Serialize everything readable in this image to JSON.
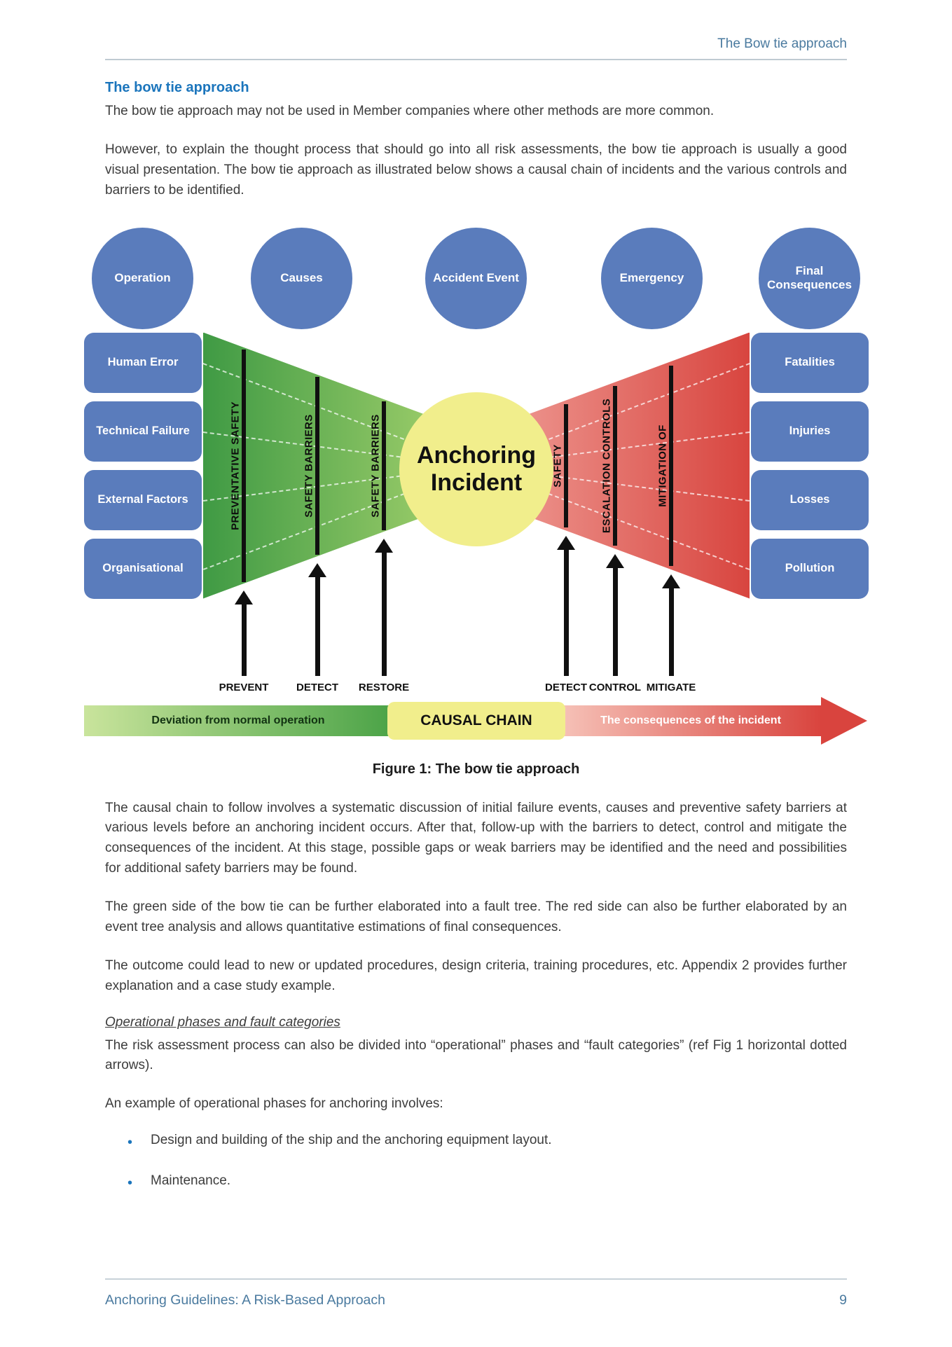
{
  "page": {
    "header": {
      "running_title": "The Bow tie approach"
    },
    "footer": {
      "left": "Anchoring Guidelines: A Risk-Based Approach",
      "page_number": "9"
    }
  },
  "content": {
    "heading": "The bow tie approach",
    "para1": "The bow tie approach may not be used in Member companies where other methods are more common.",
    "para2": "However, to explain the thought process that should go into all risk assessments, the bow tie approach is usually a good visual presentation. The bow tie approach as illustrated below shows a causal chain of incidents and the various controls and barriers to be identified.",
    "figure_caption": "Figure 1: The bow tie approach",
    "para3": "The causal chain to follow involves a systematic discussion of initial failure events, causes and preventive safety barriers at various levels before an anchoring incident occurs. After that, follow-up with the barriers to detect, control and mitigate the consequences of the incident. At this stage, possible gaps or weak barriers may be identified and the need and possibilities for additional safety barriers may be found.",
    "para4": "The green side of the bow tie can be further elaborated into a fault tree. The red side can also be further elaborated by an event tree analysis and allows quantitative estimations of final consequences.",
    "para5": "The outcome could lead to new or updated procedures, design criteria, training procedures, etc. Appendix 2 provides further explanation and a case study example.",
    "subheading": "Operational phases and fault categories",
    "para6": "The risk assessment process can also be divided into “operational” phases and “fault categories” (ref Fig 1 horizontal dotted arrows).",
    "para7": "An example of operational phases for anchoring involves:",
    "bullets": [
      "Design and building of the ship and the anchoring equipment layout.",
      "Maintenance."
    ]
  },
  "diagram": {
    "stage_circles": [
      "Operation",
      "Causes",
      "Accident Event",
      "Emergency",
      "Final Consequences"
    ],
    "left_boxes": [
      "Human Error",
      "Technical Failure",
      "External Factors",
      "Organisational"
    ],
    "right_boxes": [
      "Fatalities",
      "Injuries",
      "Losses",
      "Pollution"
    ],
    "left_barriers": [
      "PREVENTATIVE SAFETY",
      "SAFETY BARRIERS",
      "SAFETY BARRIERS"
    ],
    "right_barriers": [
      "SAFETY",
      "ESCALATION CONTROLS",
      "MITIGATION OF"
    ],
    "left_arrow_labels": [
      "PREVENT",
      "DETECT",
      "RESTORE"
    ],
    "right_arrow_labels": [
      "DETECT",
      "CONTROL",
      "MITIGATE"
    ],
    "center_event": "Anchoring Incident",
    "bottom_bar": {
      "left": "Deviation from normal operation",
      "center": "CAUSAL CHAIN",
      "right": "The consequences of the incident"
    },
    "colors": {
      "node_blue": "#5a7cbc",
      "prevention_green": "#4aa047",
      "incident_yellow": "#f1ee8c",
      "consequence_red": "#d9443e",
      "heading_blue": "#1b75bc"
    }
  }
}
